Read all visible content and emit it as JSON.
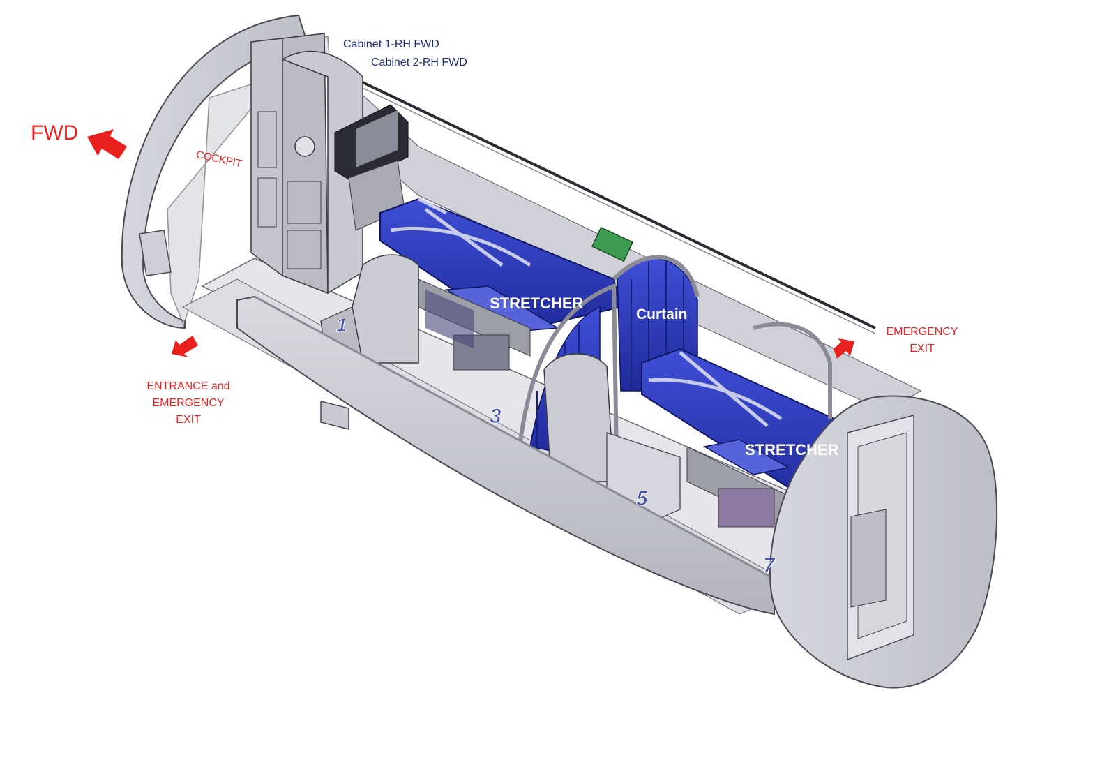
{
  "labels": {
    "cabinet1": "Cabinet 1-RH FWD",
    "cabinet2": "Cabinet 2-RH FWD",
    "fwd": "FWD",
    "cockpit": "COCKPIT",
    "stretcher_front": "STRETCHER",
    "stretcher_rear": "STRETCHER",
    "curtain": "Curtain",
    "entrance_line1": "ENTRANCE and",
    "entrance_line2": "EMERGENCY",
    "entrance_line3": "EXIT",
    "emergency_line1": "EMERGENCY",
    "emergency_line2": "EXIT"
  },
  "seats": [
    "1",
    "3",
    "5",
    "7"
  ],
  "colors": {
    "label_red": "#e8211f",
    "label_navy": "#1c2a78",
    "stretcher_blue": "#2c38b8",
    "curtain_blue": "#2e3aa8",
    "fuselage_grey": "#c9cad1",
    "floor_grey": "#e6e6ea",
    "outline": "#4a4a55"
  },
  "icons": [
    "fwd-arrow-icon",
    "entrance-exit-arrow-icon",
    "emergency-exit-arrow-icon"
  ]
}
